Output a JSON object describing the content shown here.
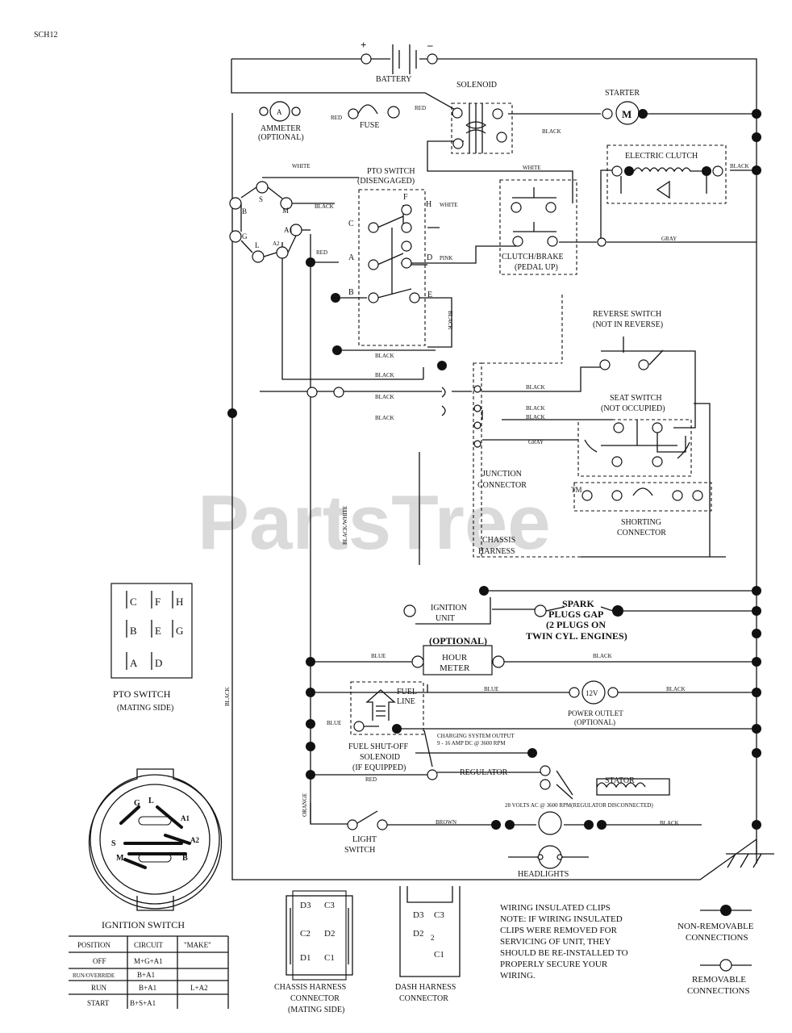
{
  "sheet_code": "SCH12",
  "watermark": "PartsTree",
  "watermark_tm": "TM",
  "battery": {
    "label": "BATTERY",
    "plus": "+",
    "minus": "–"
  },
  "solenoid": "SOLENOID",
  "starter": {
    "label": "STARTER",
    "symbol": "M"
  },
  "ammeter": {
    "label": "AMMETER",
    "optional": "(OPTIONAL)",
    "symbol": "A"
  },
  "fuse": {
    "label": "FUSE",
    "red": "RED",
    "red2": "RED"
  },
  "pto_switch": {
    "label": "PTO SWITCH",
    "state": "(DISENGAGED)",
    "pins": [
      "C",
      "F",
      "H",
      "A",
      "D",
      "B",
      "E"
    ],
    "white": "WHITE"
  },
  "electric_clutch": "ELECTRIC CLUTCH",
  "clutch_brake": {
    "label": "CLUTCH/BRAKE",
    "state": "(PEDAL UP)"
  },
  "reverse_switch": {
    "label": "REVERSE SWITCH",
    "state": "(NOT IN REVERSE)"
  },
  "seat_switch": {
    "label": "SEAT SWITCH",
    "state": "(NOT OCCUPIED)"
  },
  "junction_connector": [
    "JUNCTION",
    "CONNECTOR"
  ],
  "shorting_connector": [
    "SHORTING",
    "CONNECTOR"
  ],
  "chassis_harness": [
    "CHASSIS",
    "HARNESS"
  ],
  "ignition_terminals": [
    "S",
    "B",
    "M",
    "A1",
    "L",
    "A2",
    "G"
  ],
  "wire_colors": {
    "white": "WHITE",
    "black": "BLACK",
    "red": "RED",
    "gray": "GRAY",
    "pink": "PINK",
    "blue": "BLUE",
    "brown": "BROWN",
    "orange": "ORANGE",
    "black_white": "BLACK/WHITE",
    "white2": "WHITE"
  },
  "ignition_unit": [
    "IGNITION",
    "UNIT"
  ],
  "spark_plugs": [
    "SPARK",
    "PLUGS GAP",
    "(2 PLUGS ON",
    "TWIN CYL. ENGINES)"
  ],
  "hour_meter": {
    "optional": "(OPTIONAL)",
    "label": [
      "HOUR",
      "METER"
    ]
  },
  "fuel_shutoff": [
    "FUEL SHUT-OFF",
    "SOLENOID",
    "(IF EQUIPPED)"
  ],
  "fuel_line": [
    "FUEL",
    "LINE"
  ],
  "power_outlet": {
    "symbol": "12V",
    "label": "POWER OUTLET",
    "optional": "(OPTIONAL)"
  },
  "charging_output": [
    "CHARGING SYSTEM OUTPUT",
    "9 - 16 AMP DC @ 3600 RPM"
  ],
  "regulator": "REGULATOR",
  "stator": "STATOR",
  "stator_note": "28 VOLTS AC @ 3600 RPM(REGULATOR DISCONNECTED)",
  "light_switch": [
    "LIGHT",
    "SWITCH"
  ],
  "headlights": "HEADLIGHTS",
  "pto_mating": {
    "cells": [
      [
        "C",
        "F",
        "H"
      ],
      [
        "B",
        "E",
        "G"
      ],
      [
        "A",
        "D"
      ]
    ],
    "title": "PTO SWITCH",
    "subtitle": "(MATING SIDE)"
  },
  "ignition_switch": {
    "title": "IGNITION SWITCH",
    "face_labels": [
      "G",
      "L",
      "A1",
      "S",
      "A2",
      "M",
      "B"
    ],
    "table": {
      "headers": [
        "POSITION",
        "CIRCUIT",
        "\"MAKE\""
      ],
      "rows": [
        [
          "OFF",
          "M+G+A1",
          ""
        ],
        [
          "RUN/OVERRIDE",
          "B+A1",
          ""
        ],
        [
          "RUN",
          "B+A1",
          "L+A2"
        ],
        [
          "START",
          "B+S+A1",
          ""
        ]
      ]
    }
  },
  "chassis_connector": {
    "pins": [
      "D3",
      "C3",
      "C2",
      "D2",
      "D1",
      "C1"
    ],
    "caption": [
      "CHASSIS HARNESS",
      "CONNECTOR",
      "(MATING SIDE)"
    ]
  },
  "dash_connector": {
    "pins": [
      "D3",
      "C3",
      "D2",
      "2",
      "C1"
    ],
    "caption": [
      "DASH HARNESS",
      "CONNECTOR"
    ]
  },
  "note": [
    "WIRING INSULATED CLIPS",
    "NOTE: IF WIRING INSULATED",
    "CLIPS WERE REMOVED FOR",
    "SERVICING OF UNIT, THEY",
    "SHOULD BE RE-INSTALLED TO",
    "PROPERLY SECURE YOUR",
    "WIRING."
  ],
  "legend": {
    "non_removable": [
      "NON-REMOVABLE",
      "CONNECTIONS"
    ],
    "removable": [
      "REMOVABLE",
      "CONNECTIONS"
    ]
  }
}
